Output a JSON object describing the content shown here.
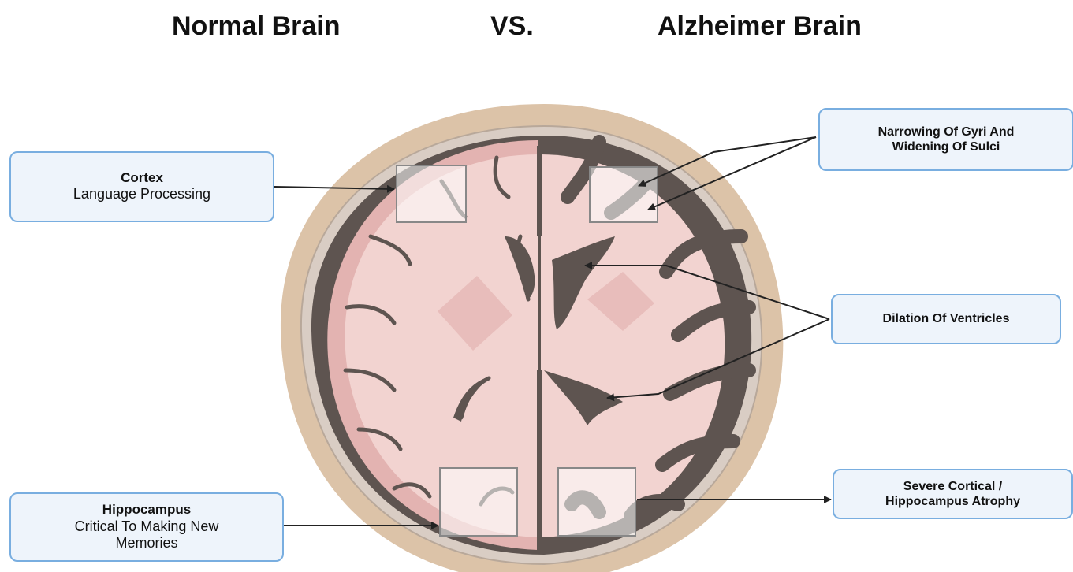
{
  "headings": {
    "left": "Normal Brain",
    "middle": "VS.",
    "right": "Alzheimer Brain"
  },
  "callouts": {
    "cortex": {
      "title": "Cortex",
      "subtitle": "Language Processing"
    },
    "hippocampus": {
      "title": "Hippocampus",
      "subtitle_line1": "Critical To Making New",
      "subtitle_line2": "Memories"
    },
    "gyri": {
      "line1": "Narrowing Of Gyri And",
      "line2": "Widening Of Sulci"
    },
    "ventricles": {
      "line1": "Dilation Of Ventricles"
    },
    "atrophy": {
      "line1": "Severe Cortical /",
      "line2": "Hippocampus Atrophy"
    }
  },
  "colors": {
    "skull": "#dcc3a8",
    "dark_tissue": "#5e5450",
    "brain_tissue": "#f2d3d0",
    "gyri_fold": "#e3b3b1",
    "callout_border": "#79aee0",
    "callout_fill": "#eef4fb",
    "highlight_box": "#ffffff"
  }
}
